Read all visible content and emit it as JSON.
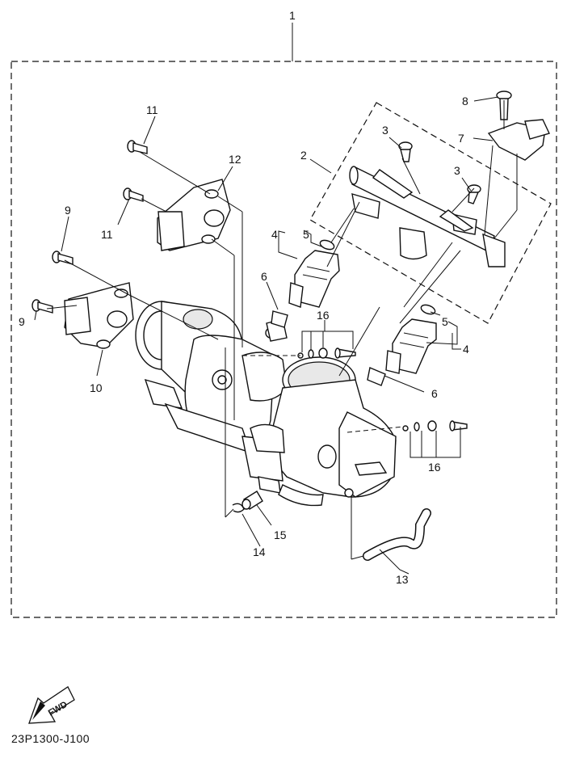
{
  "callouts": {
    "c1": "1",
    "c2": "2",
    "c3a": "3",
    "c3b": "3",
    "c4a": "4",
    "c4b": "4",
    "c5a": "5",
    "c5b": "5",
    "c6a": "6",
    "c6b": "6",
    "c7": "7",
    "c8": "8",
    "c9a": "9",
    "c9b": "9",
    "c10": "10",
    "c11a": "11",
    "c11b": "11",
    "c12": "12",
    "c13": "13",
    "c14": "14",
    "c15": "15",
    "c16a": "16",
    "c16b": "16"
  },
  "fwd_label": "FWD",
  "diagram_code": "23P1300-J100"
}
